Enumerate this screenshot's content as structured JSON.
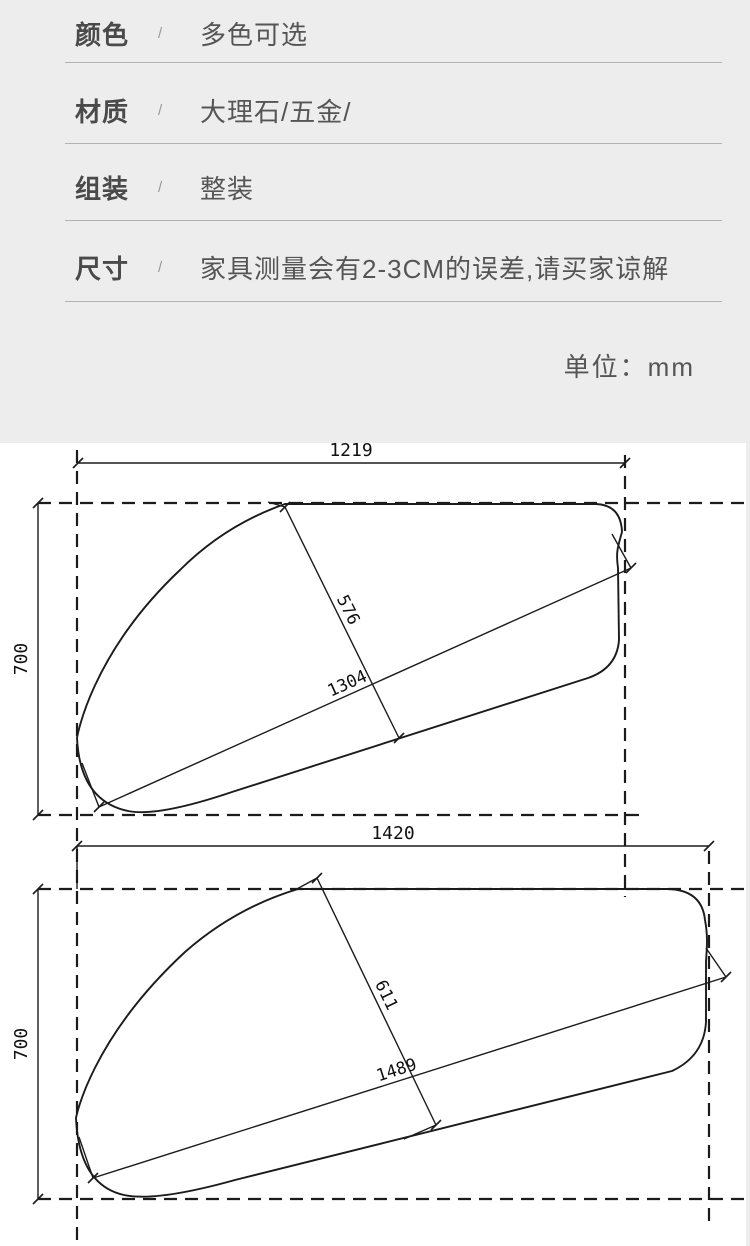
{
  "colors": {
    "page_bg": "#ededed",
    "canvas_bg": "#ffffff",
    "divider": "#b3b3b3",
    "label_text": "#4a4a4a",
    "value_text": "#555555",
    "slash": "#999999",
    "line": "#1b1b1b"
  },
  "specs": {
    "rows": [
      {
        "label": "颜色",
        "separator": "/",
        "value": "多色可选"
      },
      {
        "label": "材质",
        "separator": "/",
        "value": "大理石/五金/"
      },
      {
        "label": "组装",
        "separator": "/",
        "value": "整装"
      },
      {
        "label": "尺寸",
        "separator": "/",
        "value": "家具测量会有2-3CM的误差,请买家谅解"
      }
    ],
    "unit_note": "单位：mm"
  },
  "drawings": [
    {
      "name": "tabletop-plan-small",
      "width_mm": "1219",
      "height_mm": "700",
      "short_diagonal_mm": "576",
      "long_diagonal_mm": "1304"
    },
    {
      "name": "tabletop-plan-large",
      "width_mm": "1420",
      "height_mm": "700",
      "short_diagonal_mm": "611",
      "long_diagonal_mm": "1489"
    }
  ]
}
